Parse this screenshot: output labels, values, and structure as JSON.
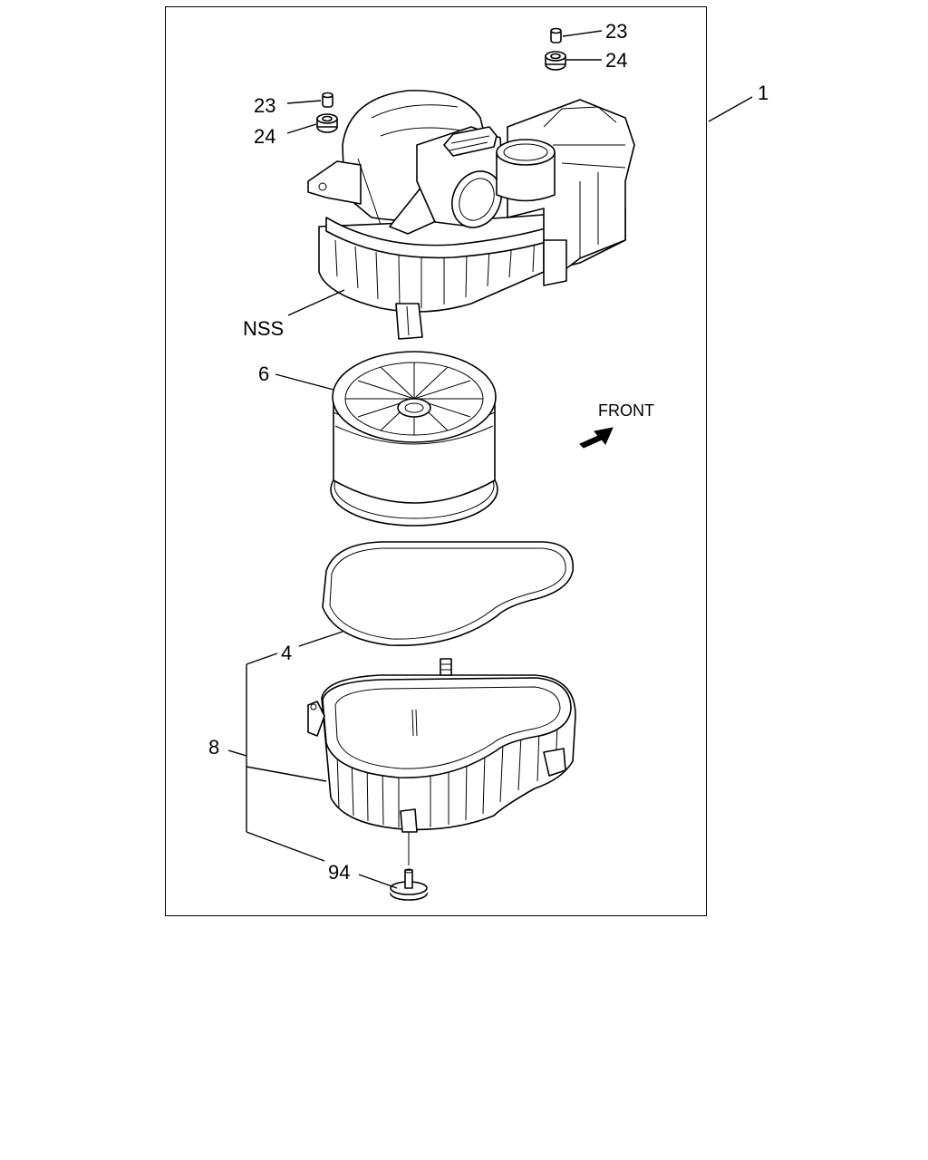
{
  "labels": {
    "assembly": "1",
    "plug_top": "23",
    "grommet_top": "24",
    "plug_left": "23",
    "grommet_left": "24",
    "upper_housing": "NSS",
    "element": "6",
    "direction": "FRONT",
    "seal": "4",
    "lower_housing": "8",
    "foot": "94"
  },
  "icons": {
    "direction_arrow": "front-arrow-icon"
  },
  "colors": {
    "line": "#000000",
    "background": "#ffffff"
  }
}
